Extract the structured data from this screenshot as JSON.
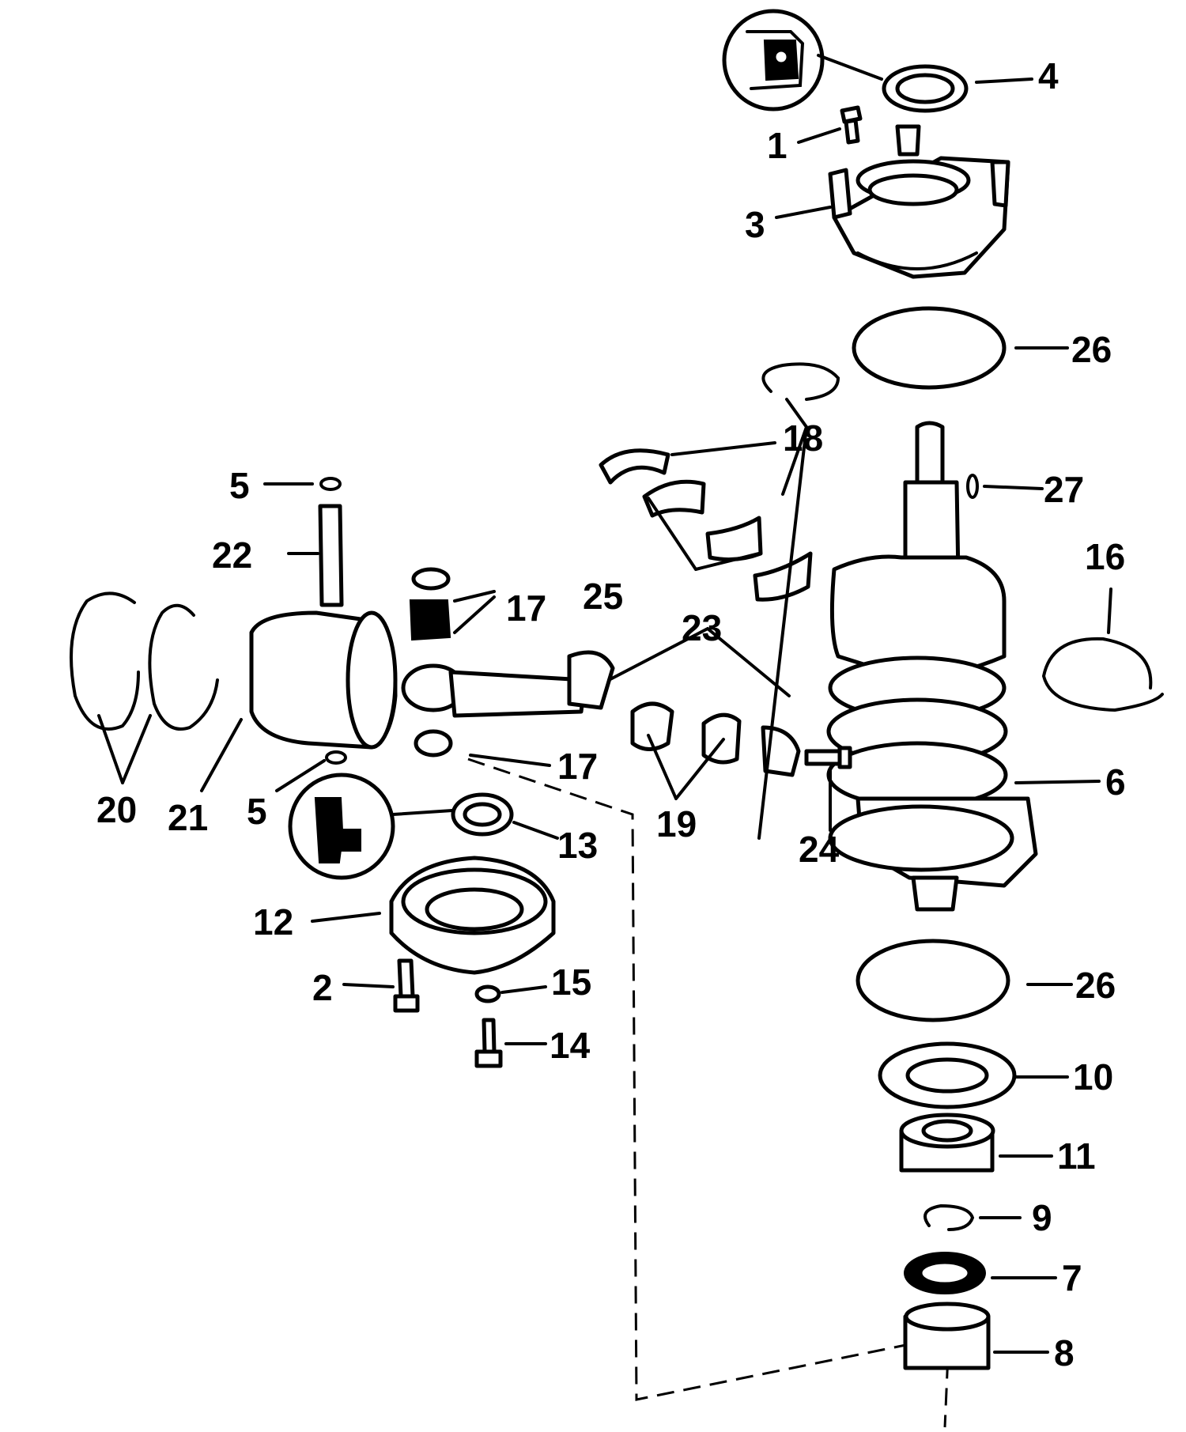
{
  "diagram": {
    "type": "exploded-parts-diagram",
    "callouts": [
      {
        "id": "c1",
        "label": "1"
      },
      {
        "id": "c2",
        "label": "2"
      },
      {
        "id": "c3",
        "label": "3"
      },
      {
        "id": "c4",
        "label": "4"
      },
      {
        "id": "c5a",
        "label": "5"
      },
      {
        "id": "c5b",
        "label": "5"
      },
      {
        "id": "c6",
        "label": "6"
      },
      {
        "id": "c7",
        "label": "7"
      },
      {
        "id": "c8",
        "label": "8"
      },
      {
        "id": "c9",
        "label": "9"
      },
      {
        "id": "c10",
        "label": "10"
      },
      {
        "id": "c11",
        "label": "11"
      },
      {
        "id": "c12",
        "label": "12"
      },
      {
        "id": "c13",
        "label": "13"
      },
      {
        "id": "c14",
        "label": "14"
      },
      {
        "id": "c15",
        "label": "15"
      },
      {
        "id": "c16",
        "label": "16"
      },
      {
        "id": "c17a",
        "label": "17"
      },
      {
        "id": "c17b",
        "label": "17"
      },
      {
        "id": "c18",
        "label": "18"
      },
      {
        "id": "c19",
        "label": "19"
      },
      {
        "id": "c20",
        "label": "20"
      },
      {
        "id": "c21",
        "label": "21"
      },
      {
        "id": "c22",
        "label": "22"
      },
      {
        "id": "c23",
        "label": "23"
      },
      {
        "id": "c24",
        "label": "24"
      },
      {
        "id": "c25",
        "label": "25"
      },
      {
        "id": "c26a",
        "label": "26"
      },
      {
        "id": "c26b",
        "label": "26"
      },
      {
        "id": "c27",
        "label": "27"
      }
    ]
  }
}
